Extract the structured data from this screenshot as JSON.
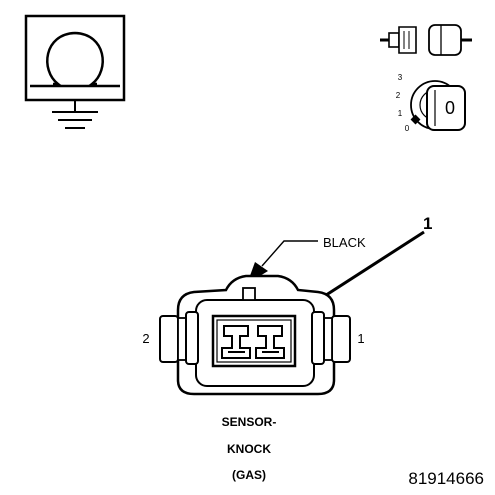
{
  "diagram": {
    "callout_number": "1",
    "callout_color_label": "BLACK",
    "pin_left": "2",
    "pin_right": "1",
    "caption_line1": "SENSOR-",
    "caption_line2": "KNOCK",
    "caption_line3": "(GAS)",
    "figure_number": "81914666"
  },
  "ignition_switch": {
    "positions": [
      "3",
      "2",
      "1",
      "0"
    ],
    "key_label": "0"
  },
  "icons": {
    "ohmmeter": "ohmmeter-ground-icon",
    "disconnect": "disconnected-connector-icon",
    "ignition": "ignition-key-off-icon"
  }
}
